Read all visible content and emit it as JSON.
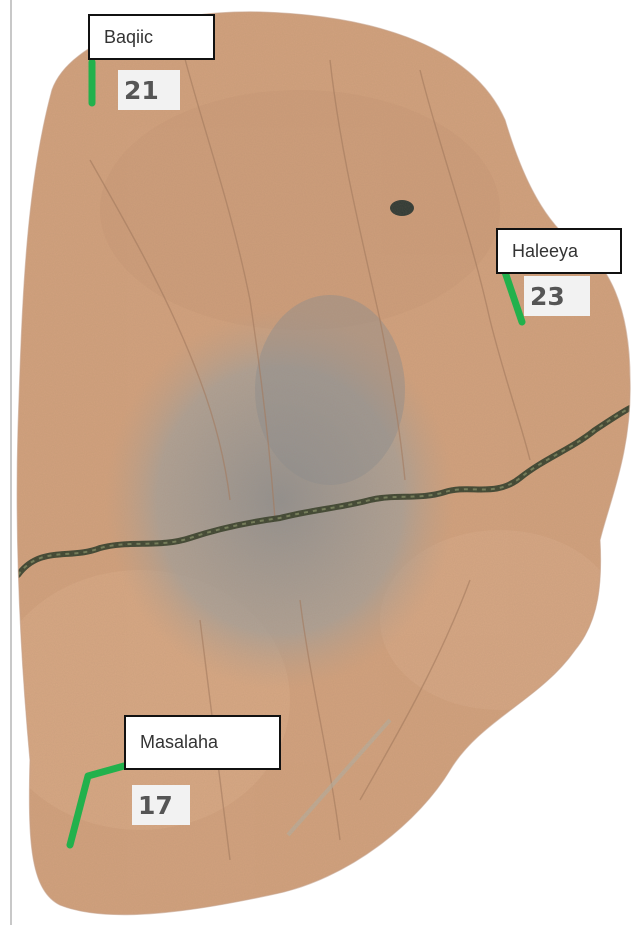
{
  "colors": {
    "terrain": "#d2a27e",
    "urban": "#9a9a98",
    "river": "#3d4632",
    "marker": "#22b14c",
    "label_border": "#111111"
  },
  "markers": [
    {
      "name": "Baqiic",
      "value": "21"
    },
    {
      "name": "Haleeya",
      "value": "23"
    },
    {
      "name": "Masalaha",
      "value": "17"
    }
  ]
}
